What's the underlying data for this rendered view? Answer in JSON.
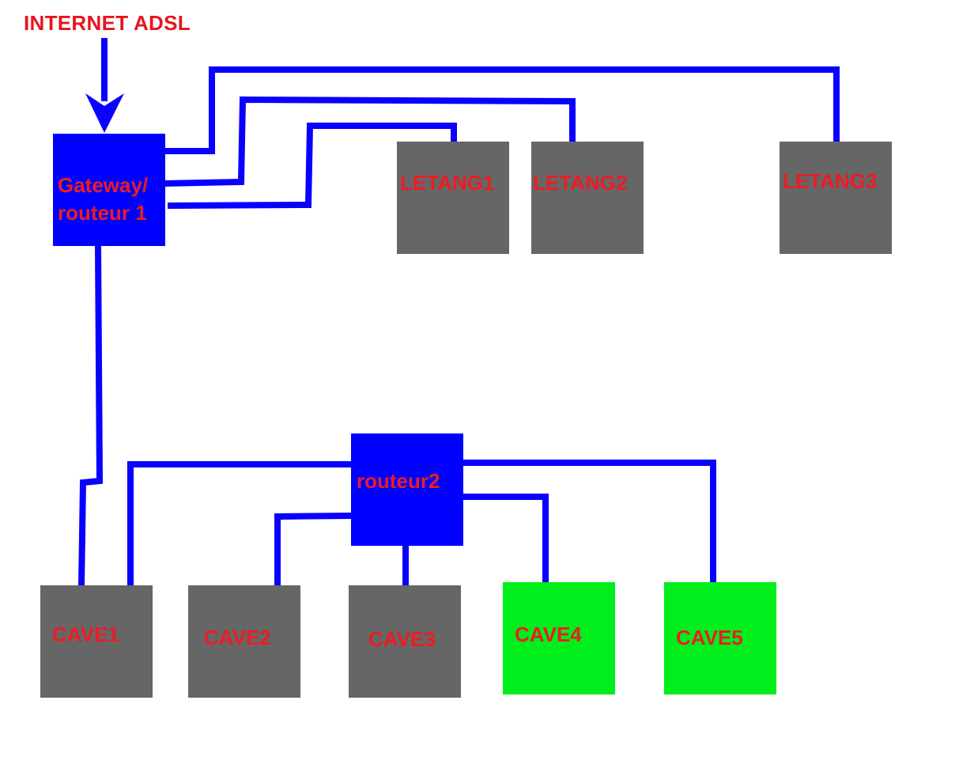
{
  "title": "INTERNET ADSL",
  "colors": {
    "wire": "#0a00ff",
    "router": "#0000ff",
    "device_offline": "#666666",
    "device_online": "#00ee1c",
    "label": "#ec1c24"
  },
  "routers": {
    "gateway": {
      "line1": "Gateway/",
      "line2": "routeur 1"
    },
    "routeur2": {
      "label": "routeur2"
    }
  },
  "letang": [
    {
      "label": "LETANG1",
      "status": "grey"
    },
    {
      "label": "LETANG2",
      "status": "grey"
    },
    {
      "label": "LETANG3",
      "status": "grey"
    }
  ],
  "caves": [
    {
      "label": "CAVE1",
      "status": "grey"
    },
    {
      "label": "CAVE2",
      "status": "grey"
    },
    {
      "label": "CAVE3",
      "status": "grey"
    },
    {
      "label": "CAVE4",
      "status": "green"
    },
    {
      "label": "CAVE5",
      "status": "green"
    }
  ]
}
